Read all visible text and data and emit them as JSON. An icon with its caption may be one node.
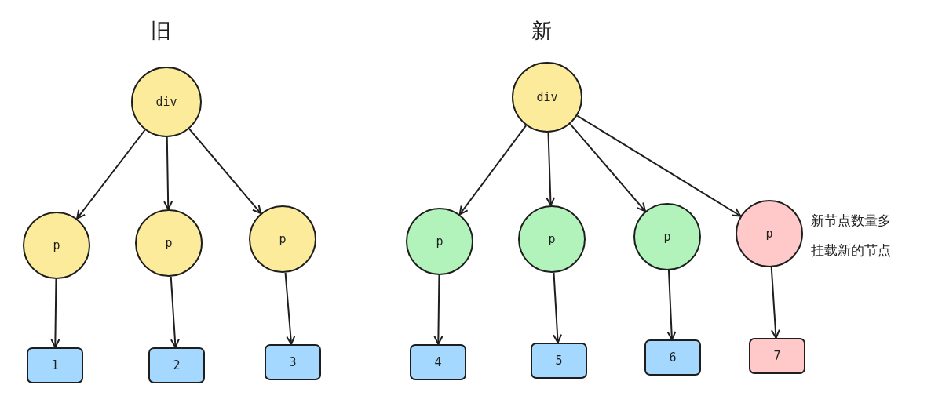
{
  "diagram": {
    "nodes": [
      {
        "text": [
          "div"
        ]
      },
      {
        "text": [
          "p"
        ]
      },
      {
        "text": [
          "p"
        ]
      },
      {
        "text": [
          "p"
        ]
      },
      {
        "text": [
          "1"
        ]
      },
      {
        "text": [
          "2"
        ]
      },
      {
        "text": [
          "3"
        ]
      },
      {
        "text": [
          "div"
        ]
      },
      {
        "text": [
          "p"
        ]
      },
      {
        "text": [
          "p"
        ]
      },
      {
        "text": [
          "p"
        ]
      },
      {
        "text": [
          "p"
        ],
        "beside": [
          "新节点数量多",
          "挂载新的节点"
        ]
      },
      {
        "text": [
          "4"
        ]
      },
      {
        "text": [
          "5"
        ]
      },
      {
        "text": [
          "6"
        ]
      },
      {
        "text": [
          "7"
        ]
      }
    ],
    "edges": [
      {
        "from": 0,
        "to": 1,
        "arrow": "to"
      },
      {
        "from": 0,
        "to": 2,
        "arrow": "to"
      },
      {
        "from": 0,
        "to": 3,
        "arrow": "to"
      },
      {
        "from": 1,
        "to": 4,
        "arrow": "to"
      },
      {
        "from": 2,
        "to": 5,
        "arrow": "to"
      },
      {
        "from": 3,
        "to": 6,
        "arrow": "to"
      },
      {
        "from": 7,
        "to": 8,
        "arrow": "to"
      },
      {
        "from": 7,
        "to": 9,
        "arrow": "to"
      },
      {
        "from": 7,
        "to": 10,
        "arrow": "to"
      },
      {
        "from": 7,
        "to": 11,
        "arrow": "to"
      },
      {
        "from": 8,
        "to": 12,
        "arrow": "to"
      },
      {
        "from": 9,
        "to": 13,
        "arrow": "to"
      },
      {
        "from": 10,
        "to": 14,
        "arrow": "to"
      },
      {
        "from": 11,
        "to": 15,
        "arrow": "to"
      }
    ],
    "labels": [
      "旧",
      "新"
    ]
  }
}
